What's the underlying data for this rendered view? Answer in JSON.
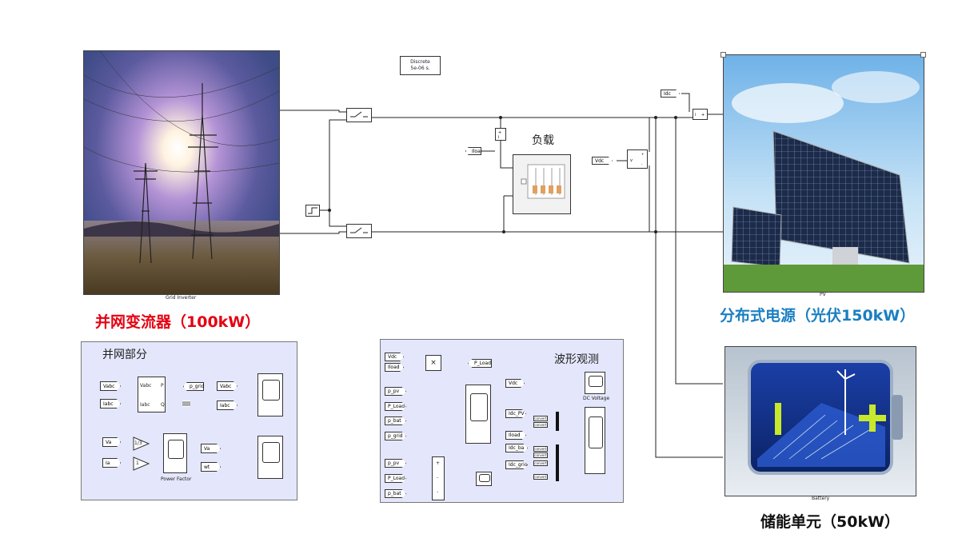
{
  "solver_block": {
    "line1": "Discrete",
    "line2": "5e-06 s."
  },
  "captions": {
    "grid_image": "Grid Inverter",
    "pv_image": "PV",
    "battery_image": "Battery"
  },
  "labels": {
    "grid_inverter": "并网变流器（100kW）",
    "pv_source": "分布式电源（光伏150kW）",
    "storage": "储能单元（50kW）",
    "load": "负载"
  },
  "colors": {
    "grid_label": "#e60012",
    "pv_label": "#1a7fc1",
    "storage_label": "#111111",
    "subsystem_bg": "#e4e7fb",
    "wire": "#222222"
  },
  "tags": {
    "idc": "Idc",
    "iload": "Iload",
    "vdc": "Vdc"
  },
  "grid_panel": {
    "title": "并网部分",
    "vabc1": "Vabc",
    "iabc1": "Iabc",
    "pq_vabc": "Vabc",
    "pq_iabc": "Iabc",
    "pq_p": "P",
    "pq_q": "Q",
    "p_grid": "p_grid",
    "vabc2": "Vabc",
    "iabc2": "Iabc",
    "va1": "Va",
    "ia": "Ia",
    "gain1": "1/3",
    "gain2": "1",
    "pf_caption": "Power Factor",
    "va2": "Va",
    "wt": "wt"
  },
  "wave_panel": {
    "title": "波形观测",
    "vdc": "Vdc",
    "iload": "Iload",
    "p_load": "P_Load",
    "product": "×",
    "pv_list": [
      "p_pv",
      "P_Load",
      "p_bat",
      "p_grid"
    ],
    "sum_list": [
      "p_pv",
      "P_Load",
      "p_bat"
    ],
    "sum_signs": [
      "+",
      "-",
      "-"
    ],
    "dc_vdc": "Vdc",
    "dc_caption": "DC Voltage",
    "idc_pv": "Idc_PV",
    "iload2": "Iload",
    "idc_ba": "Idc_ba",
    "idc_grid": "Idc_grid",
    "conv": "convert"
  }
}
